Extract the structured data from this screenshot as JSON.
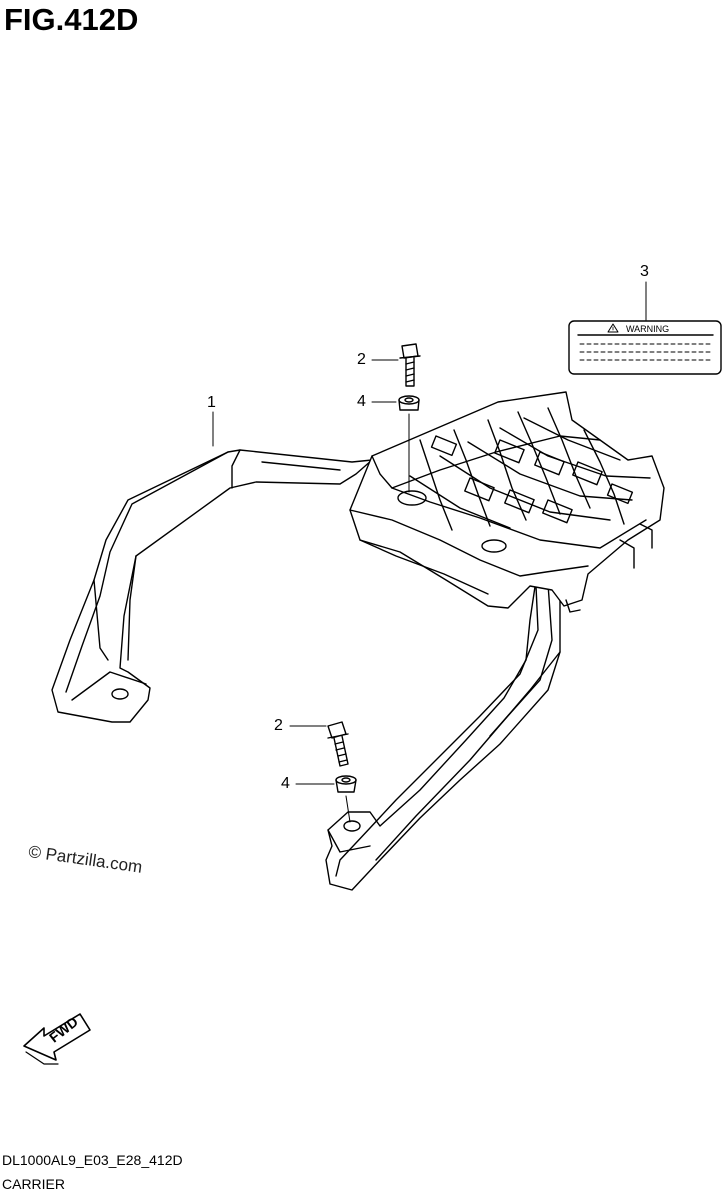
{
  "figure": {
    "title": "FIG.412D"
  },
  "callouts": [
    {
      "id": "callout-1",
      "label": "1"
    },
    {
      "id": "callout-2-upper",
      "label": "2"
    },
    {
      "id": "callout-3",
      "label": "3"
    },
    {
      "id": "callout-4-upper",
      "label": "4"
    },
    {
      "id": "callout-2-lower",
      "label": "2"
    },
    {
      "id": "callout-4-lower",
      "label": "4"
    }
  ],
  "warning_label": {
    "text": "WARNING"
  },
  "watermark": "© Partzilla.com",
  "direction_arrow": {
    "text": "FWD"
  },
  "footer": {
    "code": "DL1000AL9_E03_E28_412D",
    "name": "CARRIER"
  },
  "icons": [
    "warning-triangle-icon",
    "fwd-arrow-icon"
  ]
}
